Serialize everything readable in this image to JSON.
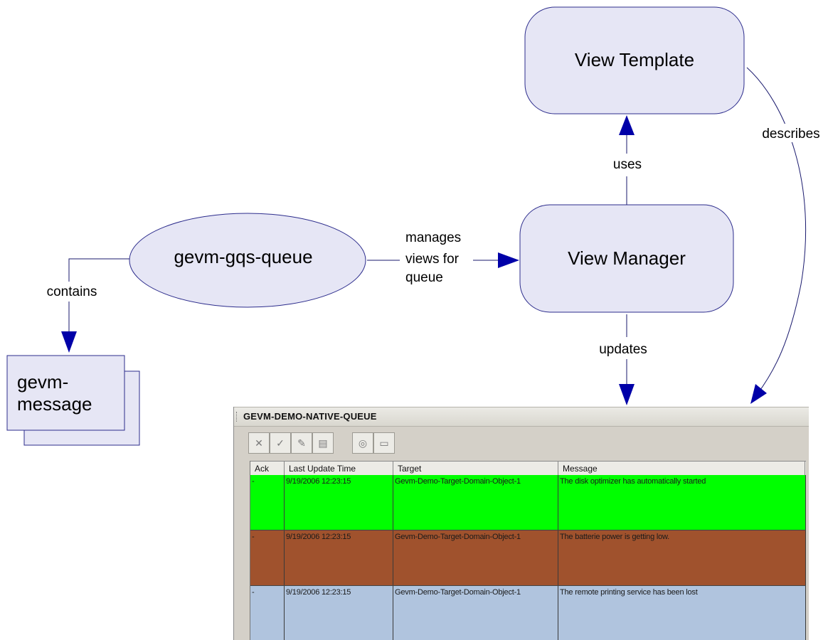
{
  "diagram": {
    "nodes": {
      "view_template": "View Template",
      "view_manager": "View Manager",
      "queue": "gevm-gqs-queue",
      "message_line1": "gevm-",
      "message_line2": "message"
    },
    "edges": {
      "uses": "uses",
      "describes": "describes",
      "manages_line1": "manages",
      "manages_line2": "views for",
      "manages_line3": "queue",
      "contains": "contains",
      "updates": "updates"
    },
    "colors": {
      "node_fill": "#e6e6f5",
      "node_stroke": "#2c2c8c",
      "arrow": "#0000a8",
      "line": "#1a1a6e"
    }
  },
  "queue_window": {
    "title": "GEVM-DEMO-NATIVE-QUEUE",
    "toolbar": [
      {
        "name": "delete-icon",
        "glyph": "✕"
      },
      {
        "name": "acknowledge-icon",
        "glyph": "✓"
      },
      {
        "name": "edit-icon",
        "glyph": "✎"
      },
      {
        "name": "properties-icon",
        "glyph": "▤"
      },
      {
        "name": "target-icon",
        "glyph": "◎"
      },
      {
        "name": "message-icon",
        "glyph": "▭"
      }
    ],
    "columns": [
      "Ack",
      "Last Update Time",
      "Target",
      "Message"
    ],
    "rows": [
      {
        "ack": "-",
        "time": "9/19/2006 12:23:15",
        "target": "Gevm-Demo-Target-Domain-Object-1",
        "message": "The disk optimizer has automatically started",
        "color": "#00ff00"
      },
      {
        "ack": "-",
        "time": "9/19/2006 12:23:15",
        "target": "Gevm-Demo-Target-Domain-Object-1",
        "message": "The batterie power is getting low.",
        "color": "#a0522d"
      },
      {
        "ack": "-",
        "time": "9/19/2006 12:23:15",
        "target": "Gevm-Demo-Target-Domain-Object-1",
        "message": "The remote printing service has been lost",
        "color": "#b0c4de"
      }
    ]
  }
}
